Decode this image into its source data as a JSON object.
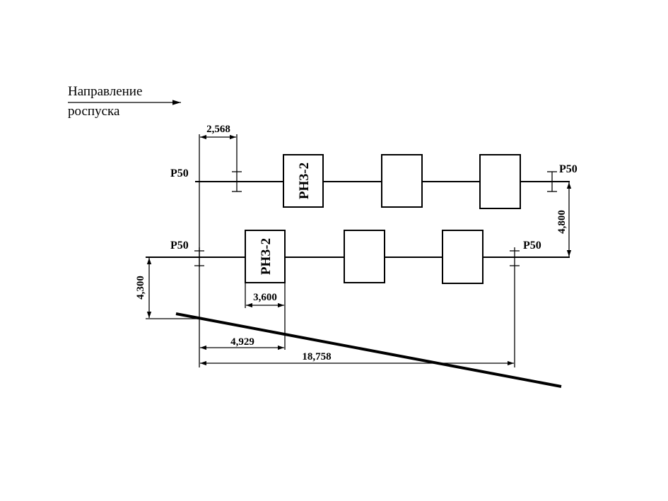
{
  "direction": {
    "line1": "Направление",
    "line2": "роспуска"
  },
  "rails": {
    "left_top": "Р50",
    "right_top": "Р50",
    "left_bottom": "Р50",
    "right_bottom": "Р50"
  },
  "retarders": {
    "top": "РНЗ-2",
    "bottom": "РНЗ-2"
  },
  "dimensions": {
    "d1": "2,568",
    "d2": "4,800",
    "d3": "4,300",
    "d4": "3,600",
    "d5": "4,929",
    "d6": "18,758"
  }
}
